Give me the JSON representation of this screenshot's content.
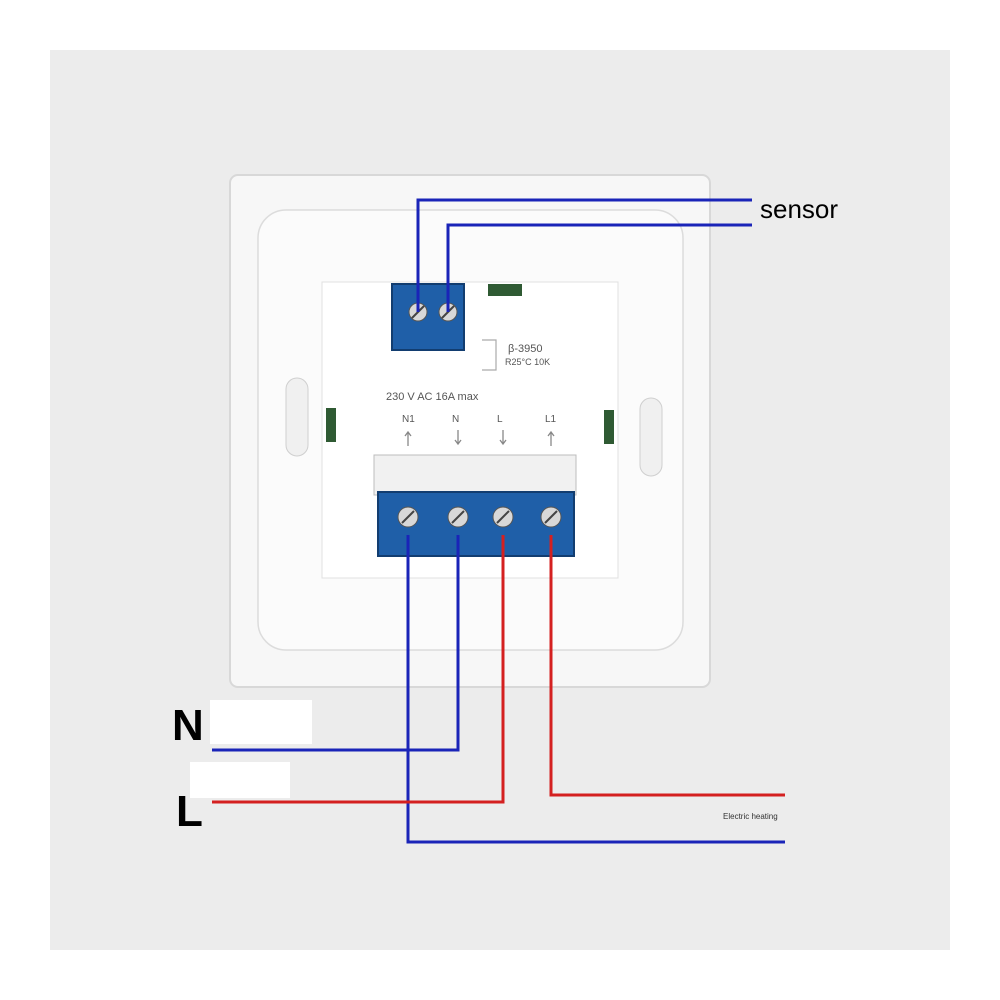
{
  "labels": {
    "sensor": "sensor",
    "neutral": "N",
    "live": "L",
    "load": "Electric heating"
  },
  "device": {
    "sensor_spec": "β-3950",
    "sensor_resistance": "R25°C 10K",
    "rating": "230 V AC  16A max",
    "terminals": [
      {
        "label": "N1",
        "arrow": "up"
      },
      {
        "label": "N",
        "arrow": "down"
      },
      {
        "label": "L",
        "arrow": "down"
      },
      {
        "label": "L1",
        "arrow": "up"
      }
    ]
  },
  "colors": {
    "neutral_wire": "#1a24b8",
    "live_wire": "#d42020",
    "terminal_block": "#1f5fa8",
    "backdrop": "#ececec",
    "plate": "#f7f7f7"
  }
}
